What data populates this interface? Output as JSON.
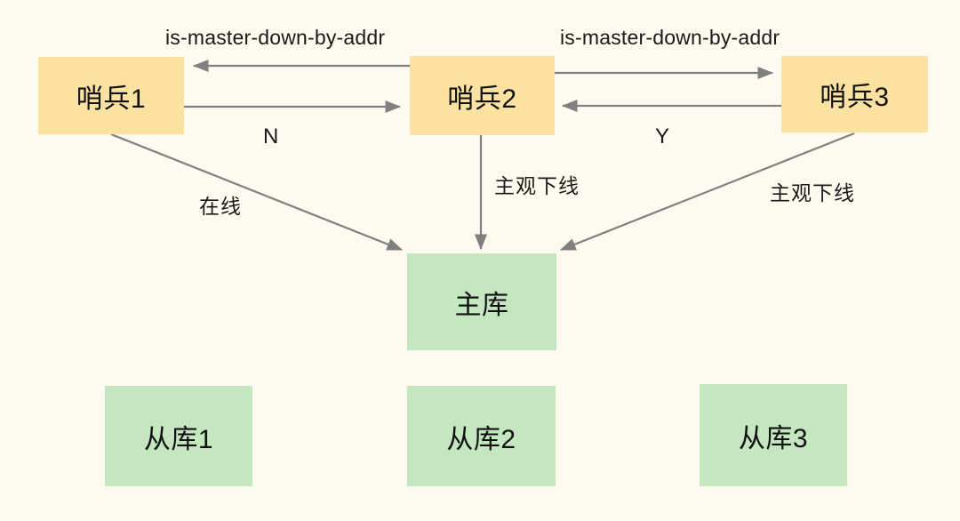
{
  "diagram": {
    "title": "Redis Sentinel master subjective/objective down diagram",
    "background_color": "#fdfbef",
    "sentinel_color": "#fbe2a0",
    "database_color": "#c4e7c0",
    "arrow_color": "#808080",
    "text_color": "#1a1a1a",
    "nodes": {
      "sentinel1": "哨兵1",
      "sentinel2": "哨兵2",
      "sentinel3": "哨兵3",
      "master": "主库",
      "replica1": "从库1",
      "replica2": "从库2",
      "replica3": "从库3"
    },
    "labels": {
      "proto_left": "is-master-down-by-addr",
      "proto_right": "is-master-down-by-addr",
      "vote_n": "N",
      "vote_y": "Y",
      "online": "在线",
      "subjective_down_center": "主观下线",
      "subjective_down_right": "主观下线"
    }
  }
}
